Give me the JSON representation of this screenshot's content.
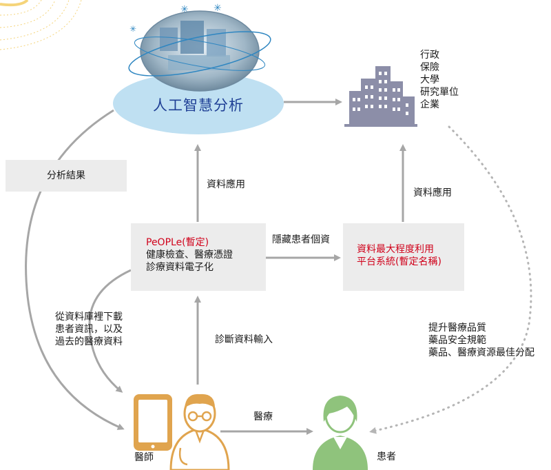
{
  "ai": {
    "title": "人工智慧分析"
  },
  "institutions": {
    "items": [
      "行政",
      "保險",
      "大學",
      "研究單位",
      "企業"
    ]
  },
  "analysis_result": {
    "label": "分析結果"
  },
  "data_usage_left": {
    "label": "資料應用"
  },
  "data_usage_right": {
    "label": "資料應用"
  },
  "people_box": {
    "title": "PeOPLe(暫定)",
    "lines": [
      "健康檢查、醫療憑證",
      "診療資料電子化"
    ]
  },
  "hide_patient": {
    "label": "隱藏患者個資"
  },
  "platform_box": {
    "lines": [
      "資料最大程度利用",
      "平台系統(暫定名稱)"
    ]
  },
  "download_note": {
    "lines": [
      "從資料庫裡下載",
      "患者資訊，以及",
      "過去的醫療資料"
    ]
  },
  "diagnosis_input": {
    "label": "診斷資料輸入"
  },
  "benefits": {
    "lines": [
      "提升醫療品質",
      "藥品安全規範",
      "藥品、醫療資源最佳分配"
    ]
  },
  "medical": {
    "label": "醫療"
  },
  "doctor": {
    "label": "醫師"
  },
  "patient": {
    "label": "患者"
  },
  "colors": {
    "arrow": "#a6a6a6",
    "box": "#ececec",
    "ai_cloud": "#bfe0f2",
    "red_text": "#d0021b",
    "ai_text": "#1f3f95",
    "figure_green": "#8fc37c",
    "building": "#8c8ea8",
    "sun": "#f5d47a"
  }
}
